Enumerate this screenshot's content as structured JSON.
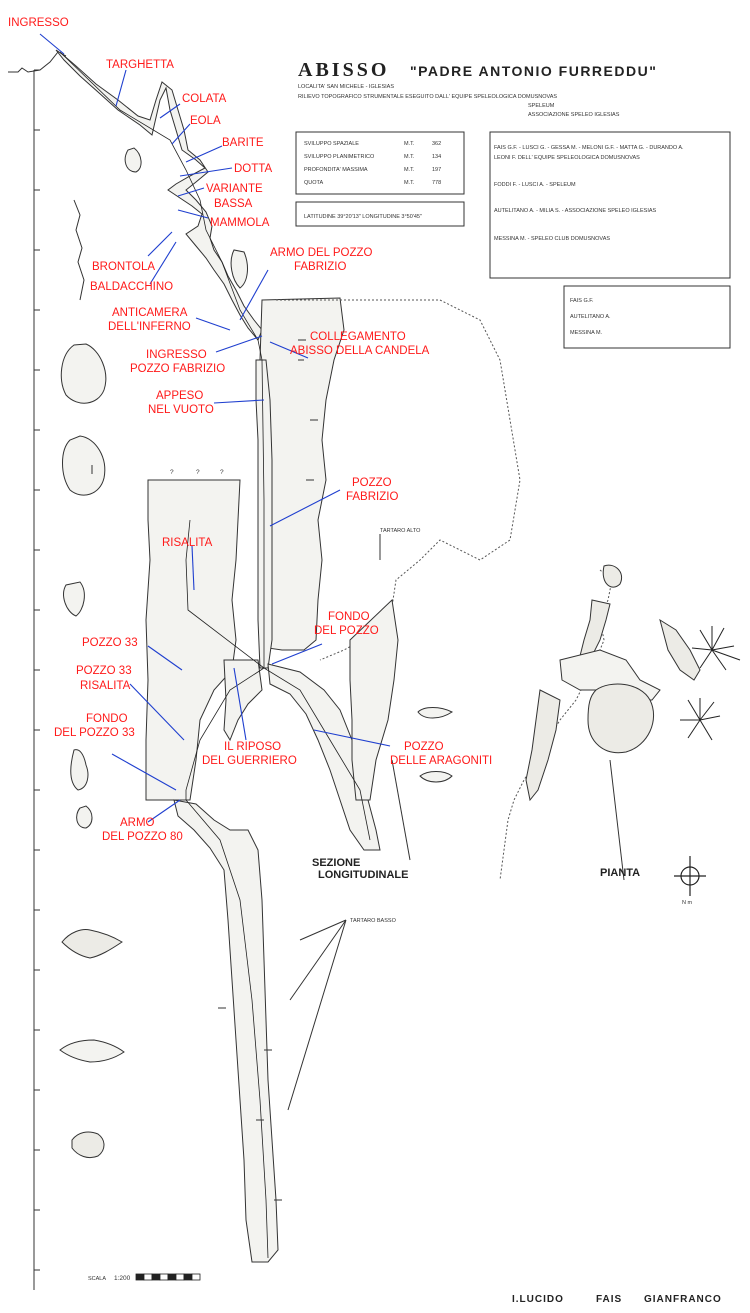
{
  "header": {
    "title_word": "ABISSO",
    "title_name": "\"PADRE  ANTONIO  FURREDDU\"",
    "subtitle_1": "LOCALITA' SAN MICHELE - IGLESIAS",
    "subtitle_2": "RILIEVO TOPOGRAFICO STRUMENTALE ESEGUITO DALL' EQUIPE SPELEOLOGICA DOMUSNOVAS",
    "subtitle_3": "SPELEUM",
    "subtitle_4": "ASSOCIAZIONE SPELEO IGLESIAS"
  },
  "data_box": {
    "rows": [
      {
        "label": "SVILUPPO SPAZIALE",
        "unit": "M.T.",
        "value": "362"
      },
      {
        "label": "SVILUPPO PLANIMETRICO",
        "unit": "M.T.",
        "value": "134"
      },
      {
        "label": "PROFONDITA' MASSIMA",
        "unit": "M.T.",
        "value": "197"
      },
      {
        "label": "QUOTA",
        "unit": "M.T.",
        "value": "778"
      }
    ],
    "latitude": "LATITUDINE  39°20'13\"   LONGITUDINE  3°50'45\""
  },
  "credits_box": {
    "lines": [
      "FAIS G.F. - LUSCI G. - GESSA M. - MELONI G.F. - MATTA G. - DURANDO A.",
      "LEONI F. DELL' EQUIPE SPELEOLOGICA DOMUSNOVAS",
      "FODDI F. - LUSCI A. - SPELEUM",
      "AUTELITANO A. - MILIA S. - ASSOCIAZIONE SPELEO IGLESIAS",
      "MESSINA M. - SPELEO CLUB DOMUSNOVAS"
    ]
  },
  "draw_box": {
    "lines": [
      "FAIS  G.F.",
      "AUTELITANO A.",
      "MESSINA  M."
    ]
  },
  "labels": {
    "ingresso": "INGRESSO",
    "targhetta": "TARGHETTA",
    "colata": "COLATA",
    "eola": "EOLA",
    "barite": "BARITE",
    "dotta": "DOTTA",
    "variante_1": "VARIANTE",
    "variante_2": "BASSA",
    "mammola": "MAMMOLA",
    "armo_fabrizio_1": "ARMO DEL POZZO",
    "armo_fabrizio_2": "FABRIZIO",
    "brontola": "BRONTOLA",
    "baldacchino": "BALDACCHINO",
    "anticamera_1": "ANTICAMERA",
    "anticamera_2": "DELL'INFERNO",
    "collegamento_1": "COLLEGAMENTO",
    "collegamento_2": "ABISSO DELLA CANDELA",
    "ingresso_fabrizio_1": "INGRESSO",
    "ingresso_fabrizio_2": "POZZO FABRIZIO",
    "appeso_1": "APPESO",
    "appeso_2": "NEL VUOTO",
    "pozzo_fabrizio_1": "POZZO",
    "pozzo_fabrizio_2": "FABRIZIO",
    "risalita": "RISALITA",
    "pozzo33": "POZZO 33",
    "fondo_pozzo_1": "FONDO",
    "fondo_pozzo_2": "DEL POZZO",
    "pozzo33_risalita_1": "POZZO 33",
    "pozzo33_risalita_2": "RISALITA",
    "fondo33_1": "FONDO",
    "fondo33_2": "DEL POZZO 33",
    "riposo_1": "IL RIPOSO",
    "riposo_2": "DEL GUERRIERO",
    "aragoniti_1": "POZZO",
    "aragoniti_2": "DELLE ARAGONITI",
    "armo80_1": "ARMO",
    "armo80_2": "DEL POZZO 80"
  },
  "sections": {
    "sezione_1": "SEZIONE",
    "sezione_2": "LONGITUDINALE",
    "pianta": "PIANTA",
    "north": "N m"
  },
  "map_notes": {
    "tartaro_alto": "TARTARO ALTO",
    "tartaro_basso": "TARTARO BASSO",
    "q1": "?",
    "q2": "?",
    "q3": "?"
  },
  "footer": {
    "scala_label": "SCALA",
    "scala_value": "1:200",
    "credit_1": "I.LUCIDO",
    "credit_2": "FAIS",
    "credit_3": "GIANFRANCO"
  },
  "colors": {
    "label_red": "#ff1a1a",
    "leader_blue": "#1f3fcf",
    "ink": "#333333"
  }
}
